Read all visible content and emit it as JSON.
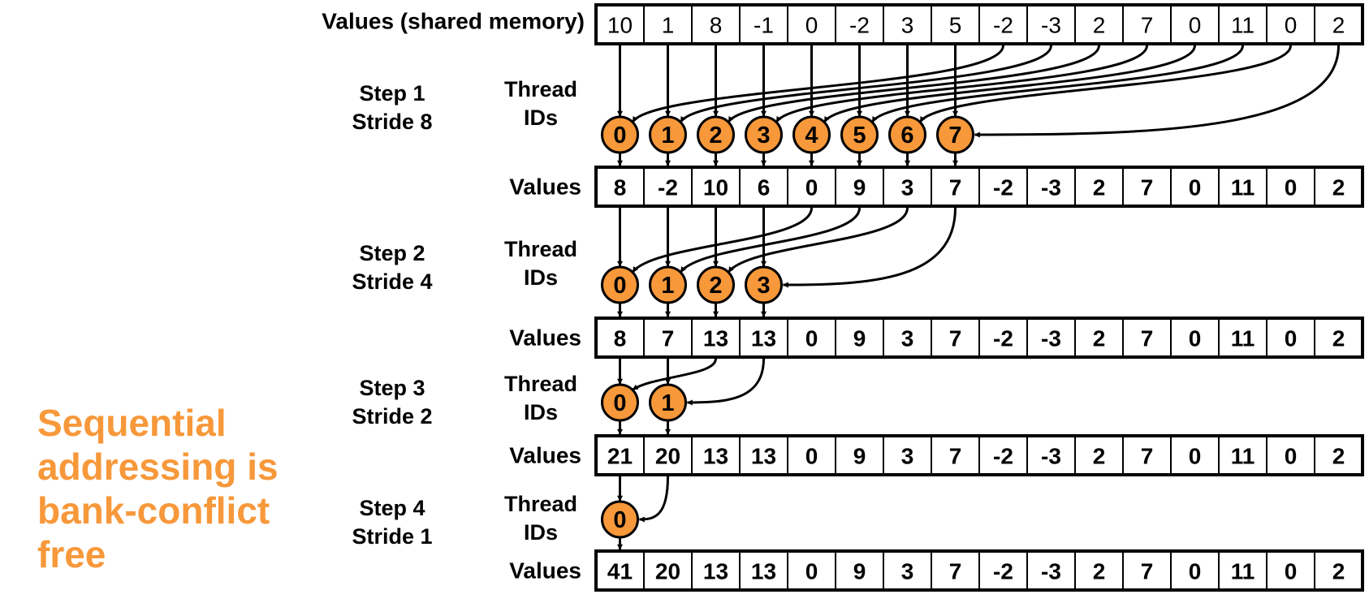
{
  "caption": "Sequential addressing is bank-conflict free",
  "colors": {
    "thread_fill": "#F7983A",
    "caption": "#F7983A",
    "stroke": "#000000"
  },
  "initial": {
    "label": "Values (shared memory)",
    "values": [
      "10",
      "1",
      "8",
      "-1",
      "0",
      "-2",
      "3",
      "5",
      "-2",
      "-3",
      "2",
      "7",
      "0",
      "11",
      "0",
      "2"
    ]
  },
  "steps": [
    {
      "step_label": "Step 1",
      "stride_label": "Stride 8",
      "thread_label_line1": "Thread",
      "thread_label_line2": "IDs",
      "threads": [
        "0",
        "1",
        "2",
        "3",
        "4",
        "5",
        "6",
        "7"
      ],
      "values_label": "Values",
      "values": [
        "8",
        "-2",
        "10",
        "6",
        "0",
        "9",
        "3",
        "7",
        "-2",
        "-3",
        "2",
        "7",
        "0",
        "11",
        "0",
        "2"
      ]
    },
    {
      "step_label": "Step 2",
      "stride_label": "Stride 4",
      "thread_label_line1": "Thread",
      "thread_label_line2": "IDs",
      "threads": [
        "0",
        "1",
        "2",
        "3"
      ],
      "values_label": "Values",
      "values": [
        "8",
        "7",
        "13",
        "13",
        "0",
        "9",
        "3",
        "7",
        "-2",
        "-3",
        "2",
        "7",
        "0",
        "11",
        "0",
        "2"
      ]
    },
    {
      "step_label": "Step 3",
      "stride_label": "Stride 2",
      "thread_label_line1": "Thread",
      "thread_label_line2": "IDs",
      "threads": [
        "0",
        "1"
      ],
      "values_label": "Values",
      "values": [
        "21",
        "20",
        "13",
        "13",
        "0",
        "9",
        "3",
        "7",
        "-2",
        "-3",
        "2",
        "7",
        "0",
        "11",
        "0",
        "2"
      ]
    },
    {
      "step_label": "Step 4",
      "stride_label": "Stride 1",
      "thread_label_line1": "Thread",
      "thread_label_line2": "IDs",
      "threads": [
        "0"
      ],
      "values_label": "Values",
      "values": [
        "41",
        "20",
        "13",
        "13",
        "0",
        "9",
        "3",
        "7",
        "-2",
        "-3",
        "2",
        "7",
        "0",
        "11",
        "0",
        "2"
      ]
    }
  ]
}
